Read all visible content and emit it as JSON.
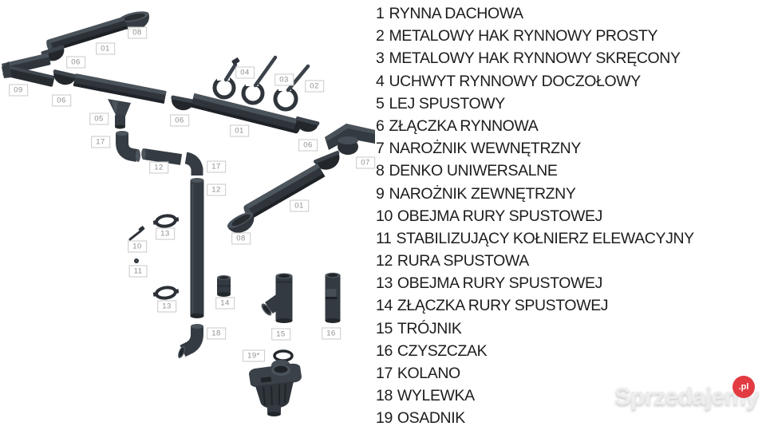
{
  "legend": {
    "items": [
      {
        "num": "1",
        "name": "RYNNA DACHOWA"
      },
      {
        "num": "2",
        "name": "METALOWY HAK RYNNOWY PROSTY"
      },
      {
        "num": "3",
        "name": "METALOWY HAK RYNNOWY SKRĘCONY"
      },
      {
        "num": "4",
        "name": "UCHWYT RYNNOWY DOCZOŁOWY"
      },
      {
        "num": "5",
        "name": "LEJ SPUSTOWY"
      },
      {
        "num": "6",
        "name": "ZŁĄCZKA RYNNOWA"
      },
      {
        "num": "7",
        "name": "NAROŻNIK WEWNĘTRZNY"
      },
      {
        "num": "8",
        "name": "DENKO UNIWERSALNE"
      },
      {
        "num": "9",
        "name": "NAROŻNIK ZEWNĘTRZNY"
      },
      {
        "num": "10",
        "name": "OBEJMA RURY SPUSTOWEJ"
      },
      {
        "num": "11",
        "name": "STABILIZUJĄCY KOŁNIERZ ELEWACYJNY"
      },
      {
        "num": "12",
        "name": "RURA SPUSTOWA"
      },
      {
        "num": "13",
        "name": "OBEJMA RURY SPUSTOWEJ"
      },
      {
        "num": "14",
        "name": "ZŁĄCZKA RURY SPUSTOWEJ"
      },
      {
        "num": "15",
        "name": "TRÓJNIK"
      },
      {
        "num": "16",
        "name": "CZYSZCZAK"
      },
      {
        "num": "17",
        "name": "KOLANO"
      },
      {
        "num": "18",
        "name": "WYLEWKA"
      },
      {
        "num": "19",
        "name": "OSADNIK"
      }
    ]
  },
  "diagram": {
    "labels": [
      {
        "text": "08"
      },
      {
        "text": "01"
      },
      {
        "text": "06"
      },
      {
        "text": "09"
      },
      {
        "text": "06"
      },
      {
        "text": "05"
      },
      {
        "text": "06"
      },
      {
        "text": "17"
      },
      {
        "text": "04"
      },
      {
        "text": "03"
      },
      {
        "text": "02"
      },
      {
        "text": "01"
      },
      {
        "text": "06"
      },
      {
        "text": "07"
      },
      {
        "text": "12"
      },
      {
        "text": "17"
      },
      {
        "text": "12"
      },
      {
        "text": "01"
      },
      {
        "text": "13"
      },
      {
        "text": "08"
      },
      {
        "text": "10"
      },
      {
        "text": "11"
      },
      {
        "text": "13"
      },
      {
        "text": "14"
      },
      {
        "text": "18"
      },
      {
        "text": "15"
      },
      {
        "text": "16"
      },
      {
        "text": "19*"
      }
    ]
  },
  "watermark": {
    "brand": "Sprzedajemy",
    "suffix": ".pl"
  },
  "colors": {
    "part_graphite": "#32383e",
    "part_dark": "#1f2428",
    "part_light": "#4d555d",
    "label_border": "#c9c9c9",
    "label_text": "#8f8f8f",
    "legend_text": "#1d1d1f",
    "watermark_red": "#e23b41"
  }
}
